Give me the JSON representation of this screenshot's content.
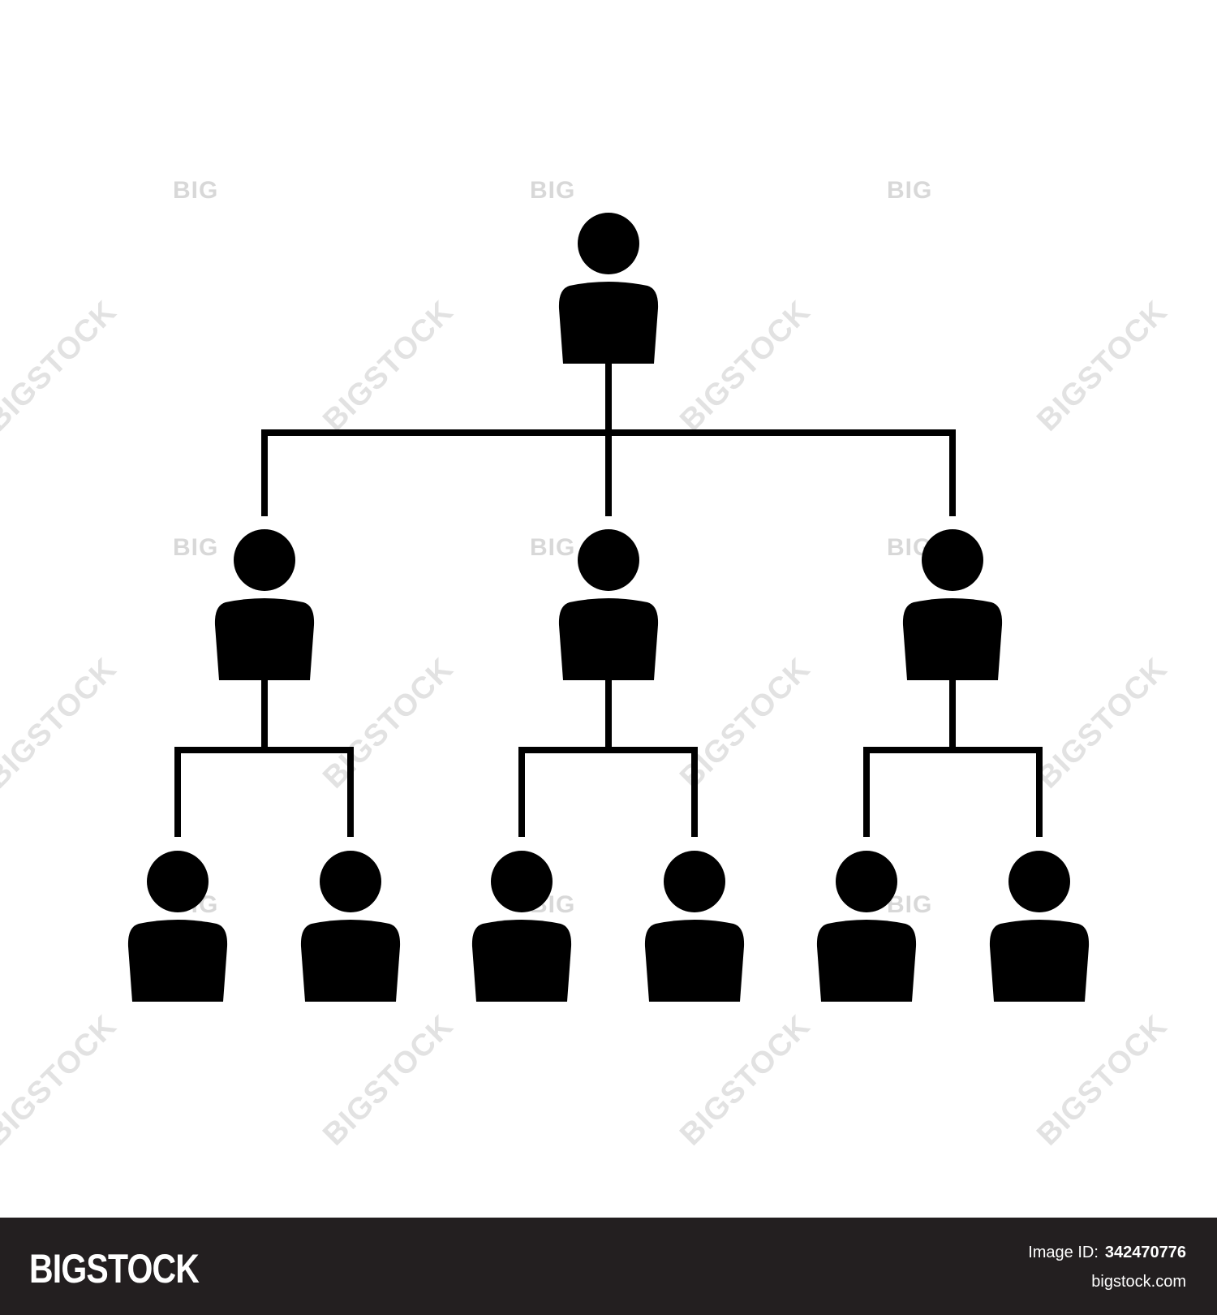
{
  "watermarks": {
    "big": "BIG",
    "stock": "BIGSTOCK"
  },
  "colors": {
    "figure": "#000000",
    "background": "#ffffff",
    "footer_background": "#231f20",
    "footer_text": "#ffffff",
    "watermark": "#d8d8d8"
  },
  "diagram": {
    "levels": [
      {
        "level": 1,
        "people": 1
      },
      {
        "level": 2,
        "people": 3
      },
      {
        "level": 3,
        "people": 6
      }
    ],
    "icon": "person-icon"
  },
  "footer": {
    "brand": "BIGSTOCK",
    "image_id_label": "Image ID:",
    "image_id_value": "342470776",
    "site": "bigstock.com"
  }
}
